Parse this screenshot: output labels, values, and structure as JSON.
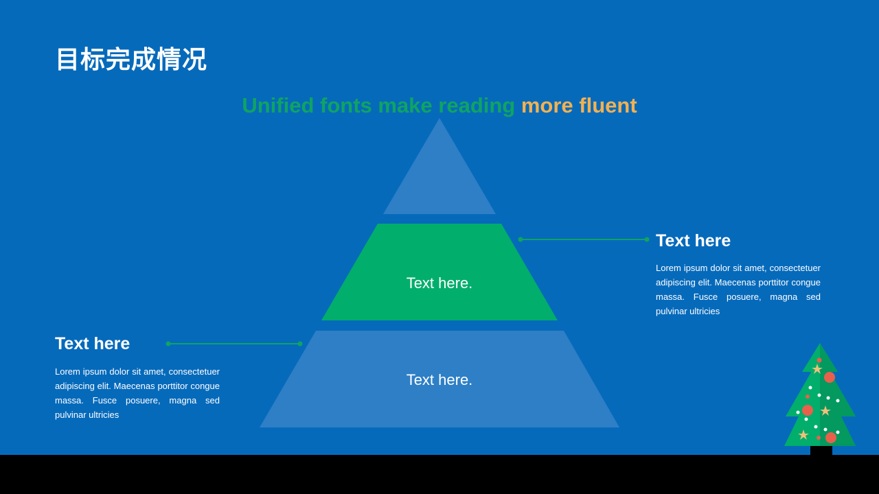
{
  "title": "目标完成情况",
  "headline": {
    "part1": "Unified fonts make reading ",
    "part2": "more fluent"
  },
  "pyramid": {
    "levels": [
      {
        "label": ""
      },
      {
        "label": "Text here."
      },
      {
        "label": "Text here."
      }
    ]
  },
  "callout_right": {
    "heading": "Text here",
    "body": "Lorem ipsum dolor sit amet, consectetuer adipiscing elit. Maecenas porttitor congue massa. Fusce posuere, magna sed pulvinar ultricies"
  },
  "callout_left": {
    "heading": "Text here",
    "body": "Lorem ipsum dolor sit amet, consectetuer adipiscing elit. Maecenas porttitor congue massa. Fusce posuere, magna sed pulvinar ultricies"
  },
  "colors": {
    "background": "#066abb",
    "pyramid_light": "#2e7fc6",
    "pyramid_highlight": "#02ae6b",
    "accent_green": "#0fa463",
    "accent_orange": "#f2b152"
  },
  "icons": [
    "christmas-tree-icon"
  ]
}
